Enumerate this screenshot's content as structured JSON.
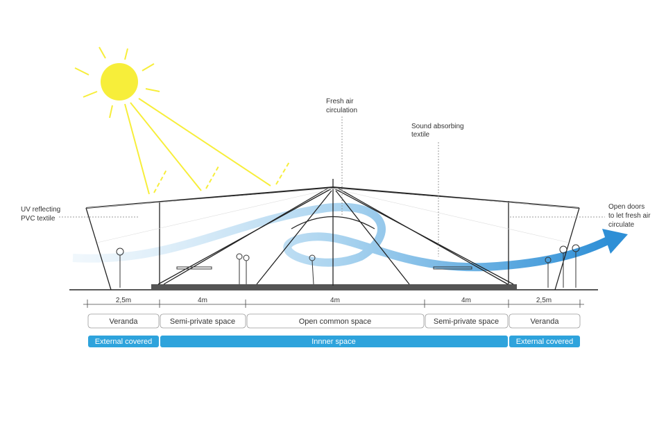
{
  "annotations": {
    "uv": [
      "UV reflecting",
      "PVC textile"
    ],
    "fresh_air": [
      "Fresh air",
      "circulation"
    ],
    "sound": [
      "Sound absorbing",
      "textile"
    ],
    "doors": [
      "Open doors",
      "to let fresh air",
      "circulate"
    ]
  },
  "dimensions": [
    "2,5m",
    "4m",
    "4m",
    "4m",
    "2,5m"
  ],
  "zones": [
    "Veranda",
    "Semi-private space",
    "Open common space",
    "Semi-private space",
    "Veranda"
  ],
  "categories": [
    "External covered",
    "Innner space",
    "External covered"
  ],
  "colors": {
    "accent": "#2ea3dc",
    "sun": "#f7ee3a",
    "air": "#a9d3ef"
  }
}
